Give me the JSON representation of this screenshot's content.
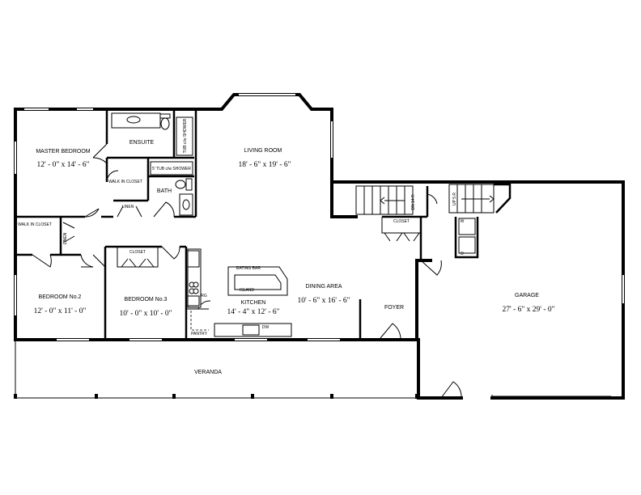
{
  "rooms": {
    "master_bedroom": {
      "name": "MASTER BEDROOM",
      "size": "12' - 0\" x 14' - 6\""
    },
    "ensuite": {
      "name": "ENSUITE"
    },
    "ensuite_tub": {
      "name": "TUB c/w SHOWER"
    },
    "walk_in_closet_master": {
      "name": "WALK IN CLOSET"
    },
    "bath": {
      "name": "BATH"
    },
    "bath_tub": {
      "name": "5' TUB c/w SHOWER"
    },
    "linen_bath": {
      "name": "LINEN"
    },
    "walk_in_closet_hall": {
      "name": "WALK IN CLOSET"
    },
    "linen_hall": {
      "name": "LINEN"
    },
    "living_room": {
      "name": "LIVING ROOM",
      "size": "18' - 6\" x 19' - 6\""
    },
    "dn_stair": {
      "name": "DN 14 R"
    },
    "up_stair": {
      "name": "UP 5 R"
    },
    "closet_foyer": {
      "name": "CLOSET"
    },
    "closet_bed3": {
      "name": "CLOSET"
    },
    "bedroom_2": {
      "name": "BEDROOM No.2",
      "size": "12' - 0\" x 11' - 0\""
    },
    "bedroom_3": {
      "name": "BEDROOM No.3",
      "size": "10' - 0\" x 10' - 0\""
    },
    "kitchen": {
      "name": "KITCHEN",
      "size": "14' - 4\" x 12' - 6\""
    },
    "eating_bar": {
      "name": "EATING BAR"
    },
    "island": {
      "name": "ISLAND"
    },
    "fridge": {
      "name": "RG"
    },
    "pantry": {
      "name": "PANTRY"
    },
    "dw": {
      "name": "DW"
    },
    "dining_area": {
      "name": "DINING AREA",
      "size": "10' - 6\" x 16' - 6\""
    },
    "foyer": {
      "name": "FOYER"
    },
    "garage": {
      "name": "GARAGE",
      "size": "27' - 6\" x 29' - 0\""
    },
    "veranda": {
      "name": "VERANDA"
    },
    "washer": {
      "name": "W"
    },
    "dryer": {
      "name": "D"
    }
  }
}
